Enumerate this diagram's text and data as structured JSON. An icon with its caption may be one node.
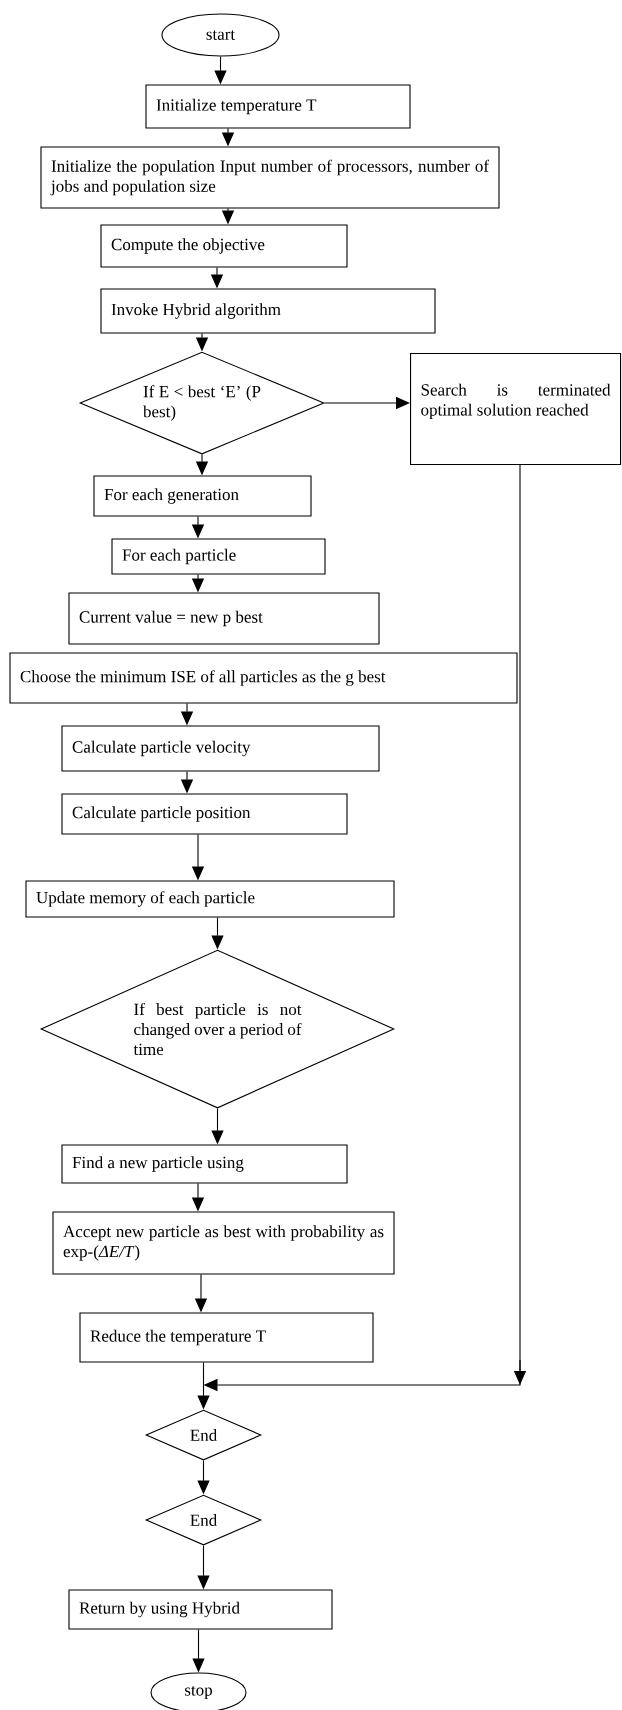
{
  "diagram": {
    "nodes": [
      {
        "text": [
          "start"
        ]
      },
      {
        "text": [
          "Initialize temperature T"
        ]
      },
      {
        "text": [
          "Initialize the population Input number of processors, number of jobs and population size"
        ]
      },
      {
        "text": [
          "Compute the objective"
        ]
      },
      {
        "text": [
          "Invoke Hybrid algorithm"
        ]
      },
      {
        "text": [
          "If E < best ‘E’ (P best)"
        ]
      },
      {
        "text": [
          "Search is terminated optimal solution reached"
        ]
      },
      {
        "text": [
          "For each generation"
        ]
      },
      {
        "text": [
          "For each particle"
        ]
      },
      {
        "text": [
          "Current value = new p best"
        ]
      },
      {
        "text": [
          "Choose the minimum ISE of all particles as the g best"
        ]
      },
      {
        "text": [
          "Calculate particle velocity"
        ]
      },
      {
        "text": [
          "Calculate particle position"
        ]
      },
      {
        "text": [
          "Update memory of each particle"
        ]
      },
      {
        "text": [
          "If best particle is not changed over a period of time"
        ]
      },
      {
        "text": [
          "Find a new particle using"
        ]
      },
      {
        "text": [
          "Accept new particle as best with probability as exp-(*ΔE/T*)"
        ]
      },
      {
        "text": [
          "Reduce the temperature T"
        ]
      },
      {
        "text": [
          "End"
        ]
      },
      {
        "text": [
          "End"
        ]
      },
      {
        "text": [
          "Return by using Hybrid"
        ]
      },
      {
        "text": [
          "stop"
        ]
      }
    ],
    "edges": [
      {
        "from": 0,
        "to": 1,
        "arrow": "to"
      },
      {
        "from": 1,
        "to": 2,
        "arrow": "to"
      },
      {
        "from": 2,
        "to": 3,
        "arrow": "to"
      },
      {
        "from": 3,
        "to": 4,
        "arrow": "to"
      },
      {
        "from": 4,
        "to": 5,
        "arrow": "to"
      },
      {
        "from": 5,
        "to": 6,
        "arrow": "to"
      },
      {
        "from": 5,
        "to": 7,
        "arrow": "to"
      },
      {
        "from": 7,
        "to": 8,
        "arrow": "to"
      },
      {
        "from": 8,
        "to": 9,
        "arrow": "to"
      },
      {
        "from": 10,
        "to": 11,
        "arrow": "to"
      },
      {
        "from": 11,
        "to": 12,
        "arrow": "to"
      },
      {
        "from": 12,
        "to": 13,
        "arrow": "to"
      },
      {
        "from": 13,
        "to": 14,
        "arrow": "to"
      },
      {
        "from": 14,
        "to": 15,
        "arrow": "to"
      },
      {
        "from": 15,
        "to": 16,
        "arrow": "to"
      },
      {
        "from": 16,
        "to": 17,
        "arrow": "to"
      },
      {
        "from": 17,
        "to": 18,
        "arrow": "to"
      },
      {
        "from": 6,
        "to": 18,
        "arrow": "to"
      },
      {
        "from": 18,
        "to": 19,
        "arrow": "to"
      },
      {
        "from": 19,
        "to": 20,
        "arrow": "to"
      },
      {
        "from": 20,
        "to": 21,
        "arrow": "to"
      }
    ]
  }
}
